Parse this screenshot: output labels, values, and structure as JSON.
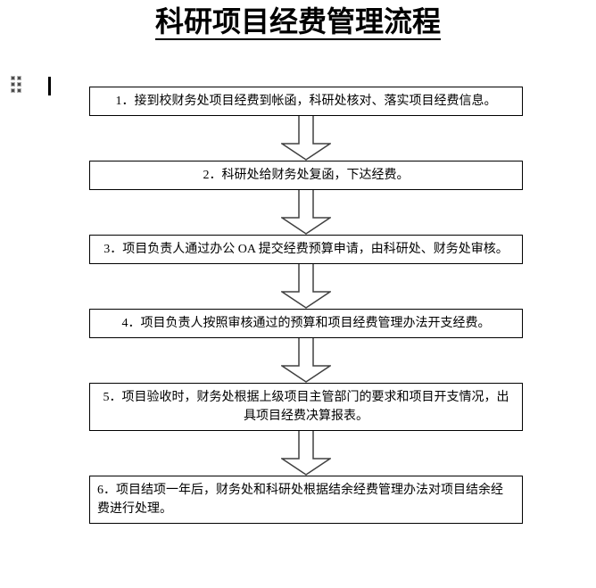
{
  "document": {
    "title": "科研项目经费管理流程"
  },
  "editor": {
    "drag_handle_icon": "drag-handle-icon",
    "caret_icon": "text-caret"
  },
  "flowchart": {
    "connector": "hollow-down-block-arrow",
    "steps": [
      {
        "text": "1．接到校财务处项目经费到帐函，科研处核对、落实项目经费信息。",
        "align": "center"
      },
      {
        "text": "2．科研处给财务处复函，下达经费。",
        "align": "center"
      },
      {
        "text": "3．项目负责人通过办公 OA 提交经费预算申请，由科研处、财务处审核。",
        "align": "center"
      },
      {
        "text": "4．项目负责人按照审核通过的预算和项目经费管理办法开支经费。",
        "align": "center"
      },
      {
        "text": "5．项目验收时，财务处根据上级项目主管部门的要求和项目开支情况，出具项目经费决算报表。",
        "align": "center"
      },
      {
        "text": "6．项目结项一年后，财务处和科研处根据结余经费管理办法对项目结余经费进行处理。",
        "align": "left"
      }
    ]
  },
  "colors": {
    "background": "#ffffff",
    "text": "#000000",
    "box_border": "#000000",
    "arrow_outline": "#404040",
    "handle": "#4d4d4d"
  }
}
